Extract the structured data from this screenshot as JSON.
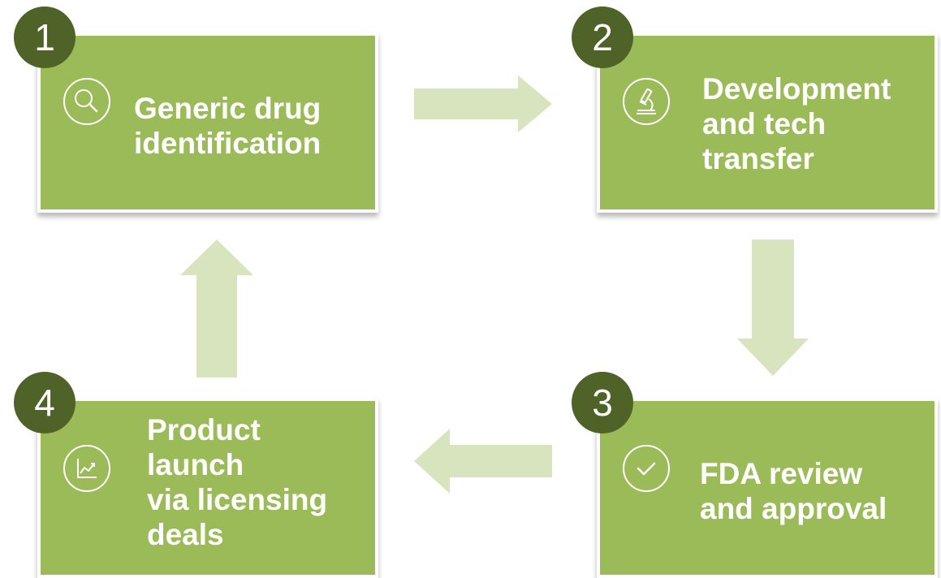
{
  "steps": [
    {
      "number": "1",
      "lines": [
        "Generic drug",
        "identification"
      ],
      "icon": "magnifier-icon"
    },
    {
      "number": "2",
      "lines": [
        "Development",
        "and tech",
        "transfer"
      ],
      "icon": "microscope-icon"
    },
    {
      "number": "3",
      "lines": [
        "FDA review",
        "and approval"
      ],
      "icon": "checkmark-icon"
    },
    {
      "number": "4",
      "lines": [
        "Product",
        "launch",
        "via licensing",
        "deals"
      ],
      "icon": "trend-chart-icon"
    }
  ],
  "colors": {
    "card": "#9bbb59",
    "badge": "#4f6228",
    "arrow": "#d7e4bd",
    "text": "#ffffff"
  }
}
